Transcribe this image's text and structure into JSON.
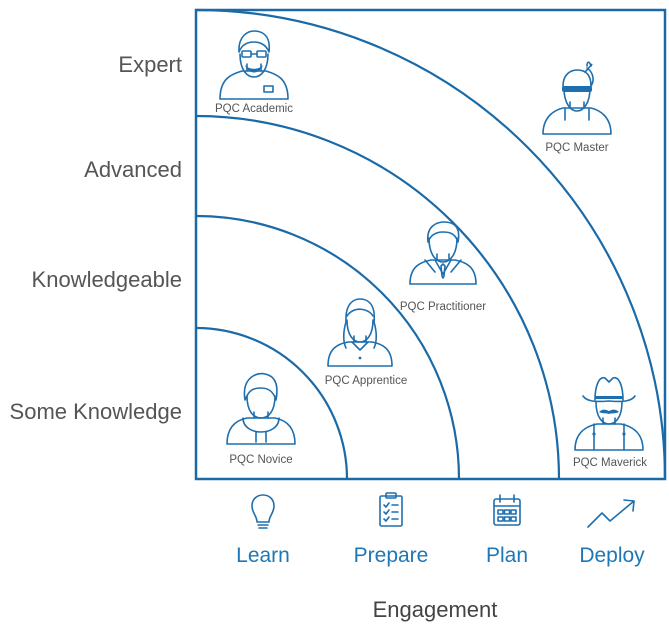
{
  "skill_levels": {
    "expert": "Expert",
    "advanced": "Advanced",
    "knowledgeable": "Knowledgeable",
    "some_knowledge": "Some Knowledge"
  },
  "stages": {
    "learn": "Learn",
    "prepare": "Prepare",
    "plan": "Plan",
    "deploy": "Deploy"
  },
  "axis_title": "Engagement",
  "personas": {
    "academic": "PQC Academic",
    "master": "PQC Master",
    "practitioner": "PQC Practitioner",
    "apprentice": "PQC Apprentice",
    "novice": "PQC Novice",
    "maverick": "PQC Maverick"
  },
  "colors": {
    "line": "#1a6aa8",
    "accent": "#1f77b4",
    "text": "#555555"
  },
  "icons": {
    "learn": "lightbulb-icon",
    "prepare": "clipboard-checklist-icon",
    "plan": "calendar-icon",
    "deploy": "trend-up-arrow-icon"
  }
}
